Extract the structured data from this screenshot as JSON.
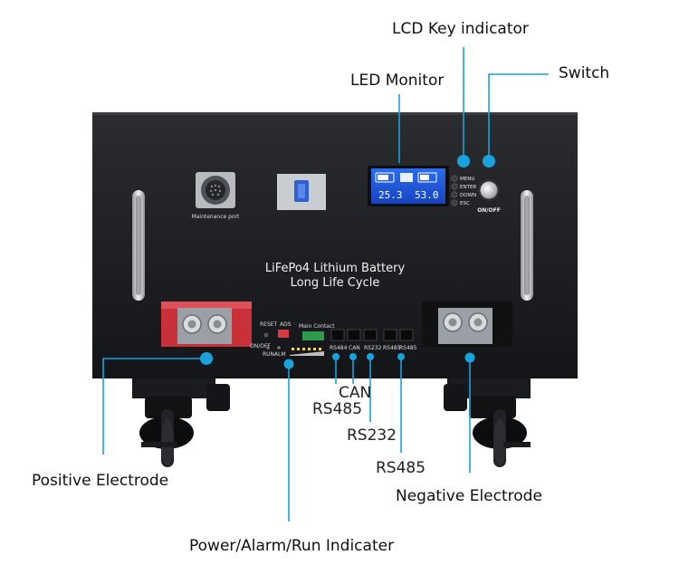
{
  "battery": {
    "title_line1": "LiFePo4 Lithium Battery",
    "title_line2": "Long Life Cycle",
    "maintenance_port_label": "Maintenance port",
    "reset_label": "RESET",
    "ads_label": "ADS",
    "main_contact_label": "Main Contact",
    "onoff_small_label": "ON/OFF",
    "run_label": "RUN",
    "alm_label": "ALM",
    "onoff_switch_label": "ON/OFF",
    "port_rs484_label": "RS484",
    "port_can_label": "CAN",
    "port_rs232_label": "RS232",
    "port_rs485a_label": "RS485",
    "port_rs485b_label": "RS485",
    "lcd_left_value": "25.3",
    "lcd_right_value": "53.0",
    "keys": [
      "MENU",
      "ENTER",
      "DOWN",
      "ESC"
    ]
  },
  "callouts": {
    "lcd_key_indicator": "LCD Key indicator",
    "led_monitor": "LED Monitor",
    "switch": "Switch",
    "positive_electrode": "Positive Electrode",
    "negative_electrode": "Negative Electrode",
    "power_alarm_run": "Power/Alarm/Run Indicater",
    "can": "CAN",
    "rs485_a": "RS485",
    "rs232": "RS232",
    "rs485_b": "RS485"
  },
  "colors": {
    "accent": "#19a3dd",
    "case": "#1d1f22",
    "terminal_red": "#c8303a",
    "lcd_blue": "#1e56d8"
  }
}
